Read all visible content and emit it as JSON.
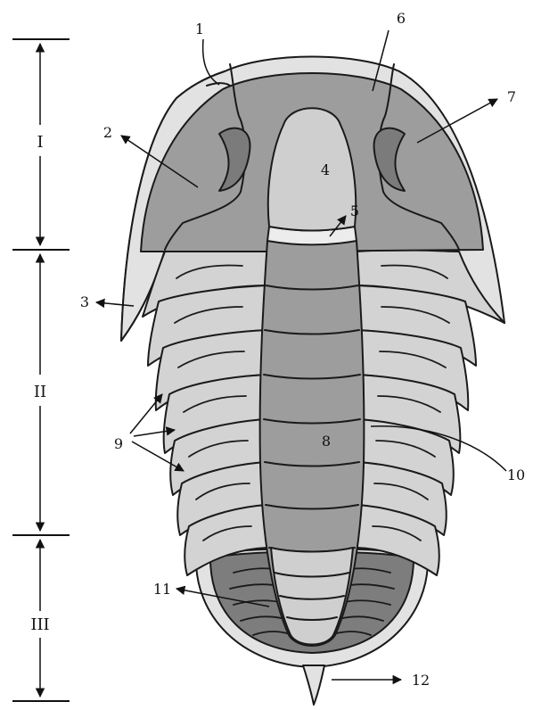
{
  "diagram": {
    "body_region_labels": [
      "I",
      "II",
      "III"
    ],
    "part_labels": [
      "1",
      "2",
      "3",
      "4",
      "5",
      "6",
      "7",
      "8",
      "9",
      "10",
      "11",
      "12"
    ]
  },
  "colors": {
    "cranidium": "#9d9d9d",
    "glabella": "#cfcfcf",
    "free_cheek": "#e2e2e2",
    "eye": "#7b7b7b",
    "axial_ring": "#9d9d9d",
    "pleura": "#d3d3d3",
    "pygidium": "#7d7d7d",
    "outline": "#1a1a1a"
  }
}
